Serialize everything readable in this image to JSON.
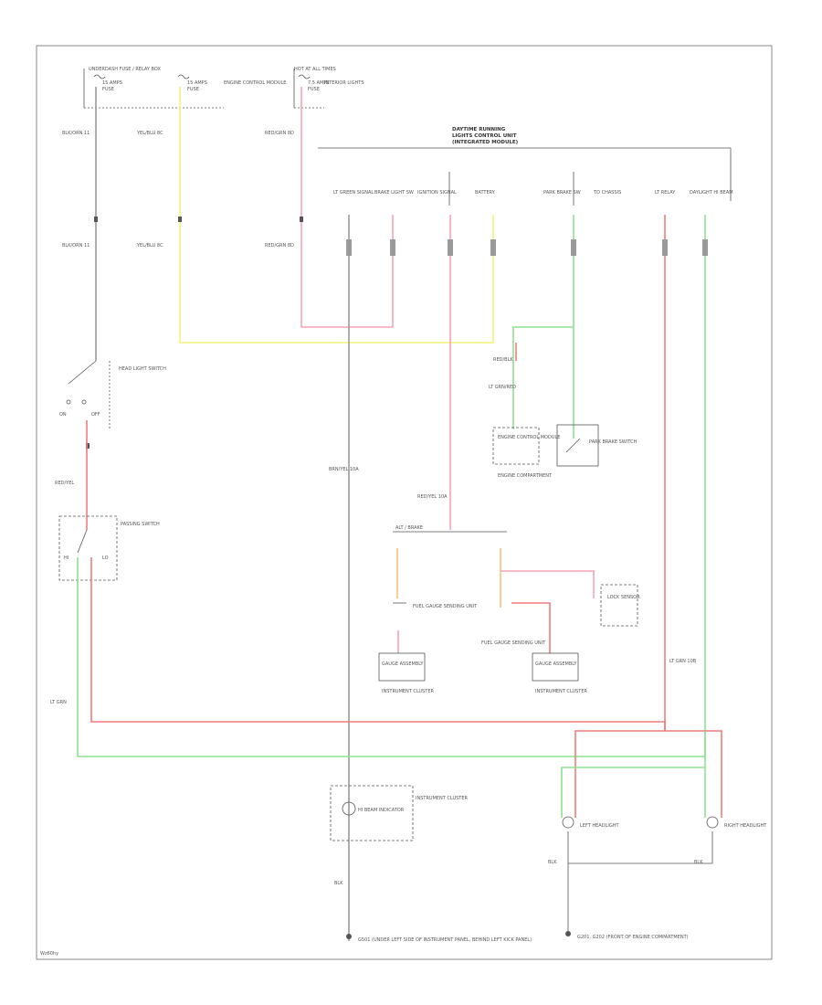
{
  "colors": {
    "black": "#8a8a8a",
    "red": "#f07c7c",
    "pink": "#f7a3b5",
    "yellow": "#f3f07a",
    "green": "#8fe08f",
    "orange": "#f5c27a",
    "border": "#777777",
    "text": "#555555"
  },
  "top_labels": {
    "fuse_box_left": "UNDERDASH FUSE / RELAY BOX",
    "fuse_a": "15 AMPS",
    "fuse_a_sub": "FUSE",
    "fuse_b": "15 AMPS",
    "fuse_b_sub": "FUSE",
    "fuse_b_desc": "ENGINE CONTROL MODULE",
    "fuse_c_head": "HOT AT ALL TIMES",
    "fuse_c": "7.5 AMPS",
    "fuse_c_sub": "FUSE",
    "fuse_c_desc": "INTERIOR LIGHTS"
  },
  "wire_labels": {
    "w1_top": "BLK/ORN 11",
    "w2_top": "YEL/BLU 8C",
    "w3_top": "RED/GRN 8D",
    "w1_mid": "BLK/ORN 11",
    "w2_mid": "YEL/BLU 8C",
    "w3_mid": "RED/GRN 8D",
    "headlight_wire": "RED/YEL",
    "pass_wire": "LT GRN",
    "center_black": "BRN/YEL 10A",
    "center_red": "RED/YEL 10A",
    "green_right": "LT GRN 10B",
    "red_dot_a": "RED/BLK",
    "red_dot_b": "LT GRN/RED"
  },
  "module_labels": {
    "title_a": "DAYTIME RUNNING",
    "title_b": "LIGHTS CONTROL UNIT",
    "title_c": "(INTEGRATED MODULE)",
    "pin1": "LT GREEN SIGNAL",
    "pin2": "BRAKE LIGHT SW",
    "pin3": "IGNITION SIGNAL",
    "pin4": "BATTERY",
    "pin5": "PARK BRAKE SW",
    "pin5_b": "TO CHASSIS",
    "pin6": "LT RELAY",
    "pin7": "DAYLIGHT HI BEAM"
  },
  "components": {
    "headlight_switch": "HEAD LIGHT SWITCH",
    "passing_switch": "PASSING SWITCH",
    "sw_on": "ON",
    "sw_off": "OFF",
    "sw_hi": "HI",
    "sw_lo": "LO",
    "park_switch": "PARK BRAKE SWITCH",
    "engine_ctrl": "ENGINE CONTROL MODULE",
    "ctrl_loc": "ENGINE COMPARTMENT",
    "main_relay": "ALT / BRAKE",
    "gauge_a": "FUEL GAUGE SENDING UNIT",
    "gauge_b": "FUEL GAUGE SENDING UNIT",
    "gauge_box_a": "GAUGE ASSEMBLY",
    "gauge_box_b": "GAUGE ASSEMBLY",
    "gauge_cluster_a": "INSTRUMENT CLUSTER",
    "gauge_cluster_b": "INSTRUMENT CLUSTER",
    "lock_sensor": "LOCK SENSOR",
    "hi_beam_ind": "HI BEAM INDICATOR",
    "instrument_cluster": "INSTRUMENT CLUSTER",
    "left_headlight": "LEFT HEADLIGHT",
    "right_headlight": "RIGHT HEADLIGHT",
    "ground_a": "G501 (UNDER LEFT SIDE OF INSTRUMENT PANEL, BEHIND LEFT KICK PANEL)",
    "ground_b": "G201, G202 (FRONT OF ENGINE COMPARTMENT)",
    "blk_a": "BLK",
    "blk_b": "BLK",
    "blk_c": "BLK",
    "footer_code": "Wz60hy"
  }
}
